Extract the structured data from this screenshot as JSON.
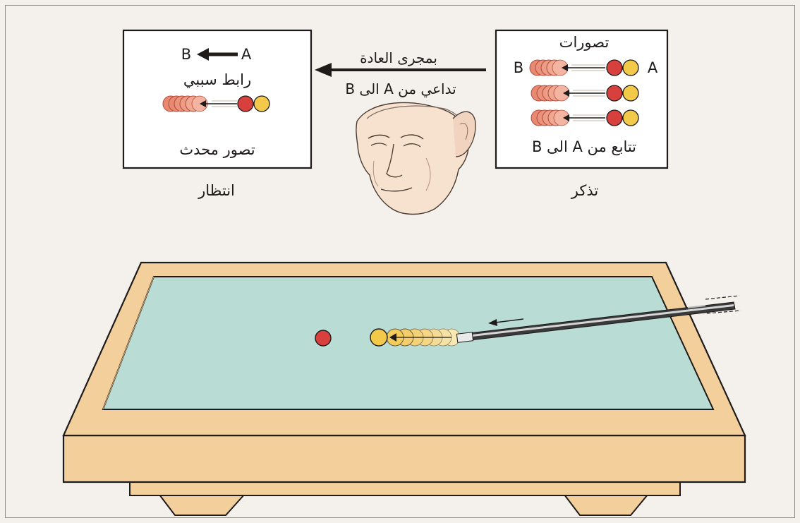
{
  "left_box": {
    "arrow_from": "A",
    "arrow_to": "B",
    "heading": "رابط سببي",
    "caption": "تصور محدث"
  },
  "left_label": "انتظار",
  "middle_arrow": {
    "line1": "بمجرى العادة",
    "line2": "تداعي من A الى B"
  },
  "right_box": {
    "heading": "تصورات",
    "label_A": "A",
    "label_B": "B",
    "caption": "تتابع من A الى B"
  },
  "right_label": "تذكر",
  "colors": {
    "red_ball": "#d8403e",
    "yellow_ball": "#f3c94a",
    "felt": "#b9ddd5",
    "wood": "#f3cf9c",
    "frame_border": "#8f8a86",
    "background": "#f4f1ec"
  }
}
